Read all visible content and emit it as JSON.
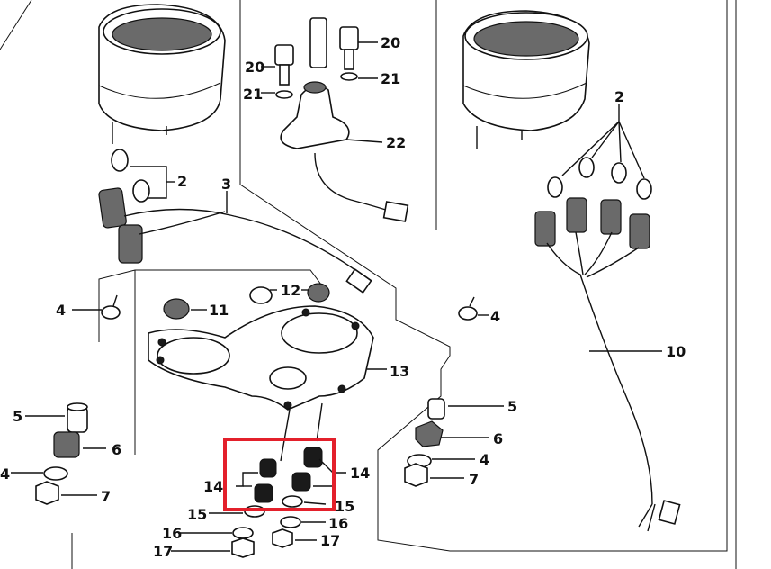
{
  "diagram": {
    "highlight_color": "#e3202b",
    "ink_color": "#111111",
    "callouts": {
      "c2_left": "2",
      "c3": "3",
      "c4_left_top": "4",
      "c4_right_top": "4",
      "c11": "11",
      "c12": "12",
      "c13": "13",
      "c5_left": "5",
      "c6_left": "6",
      "c4_left_bottom": "4",
      "c7_left": "7",
      "c14_left": "14",
      "c15_left": "15",
      "c16_left": "16",
      "c17_left": "17",
      "c14_right": "14",
      "c15_right": "15",
      "c16_right": "16",
      "c17_right": "17",
      "c20_left": "20",
      "c21_left": "21",
      "c20_right": "20",
      "c21_right": "21",
      "c22": "22",
      "c2_right": "2",
      "c10": "10",
      "c5_right": "5",
      "c6_right": "6",
      "c4_right_bottom": "4",
      "c7_right": "7"
    }
  }
}
